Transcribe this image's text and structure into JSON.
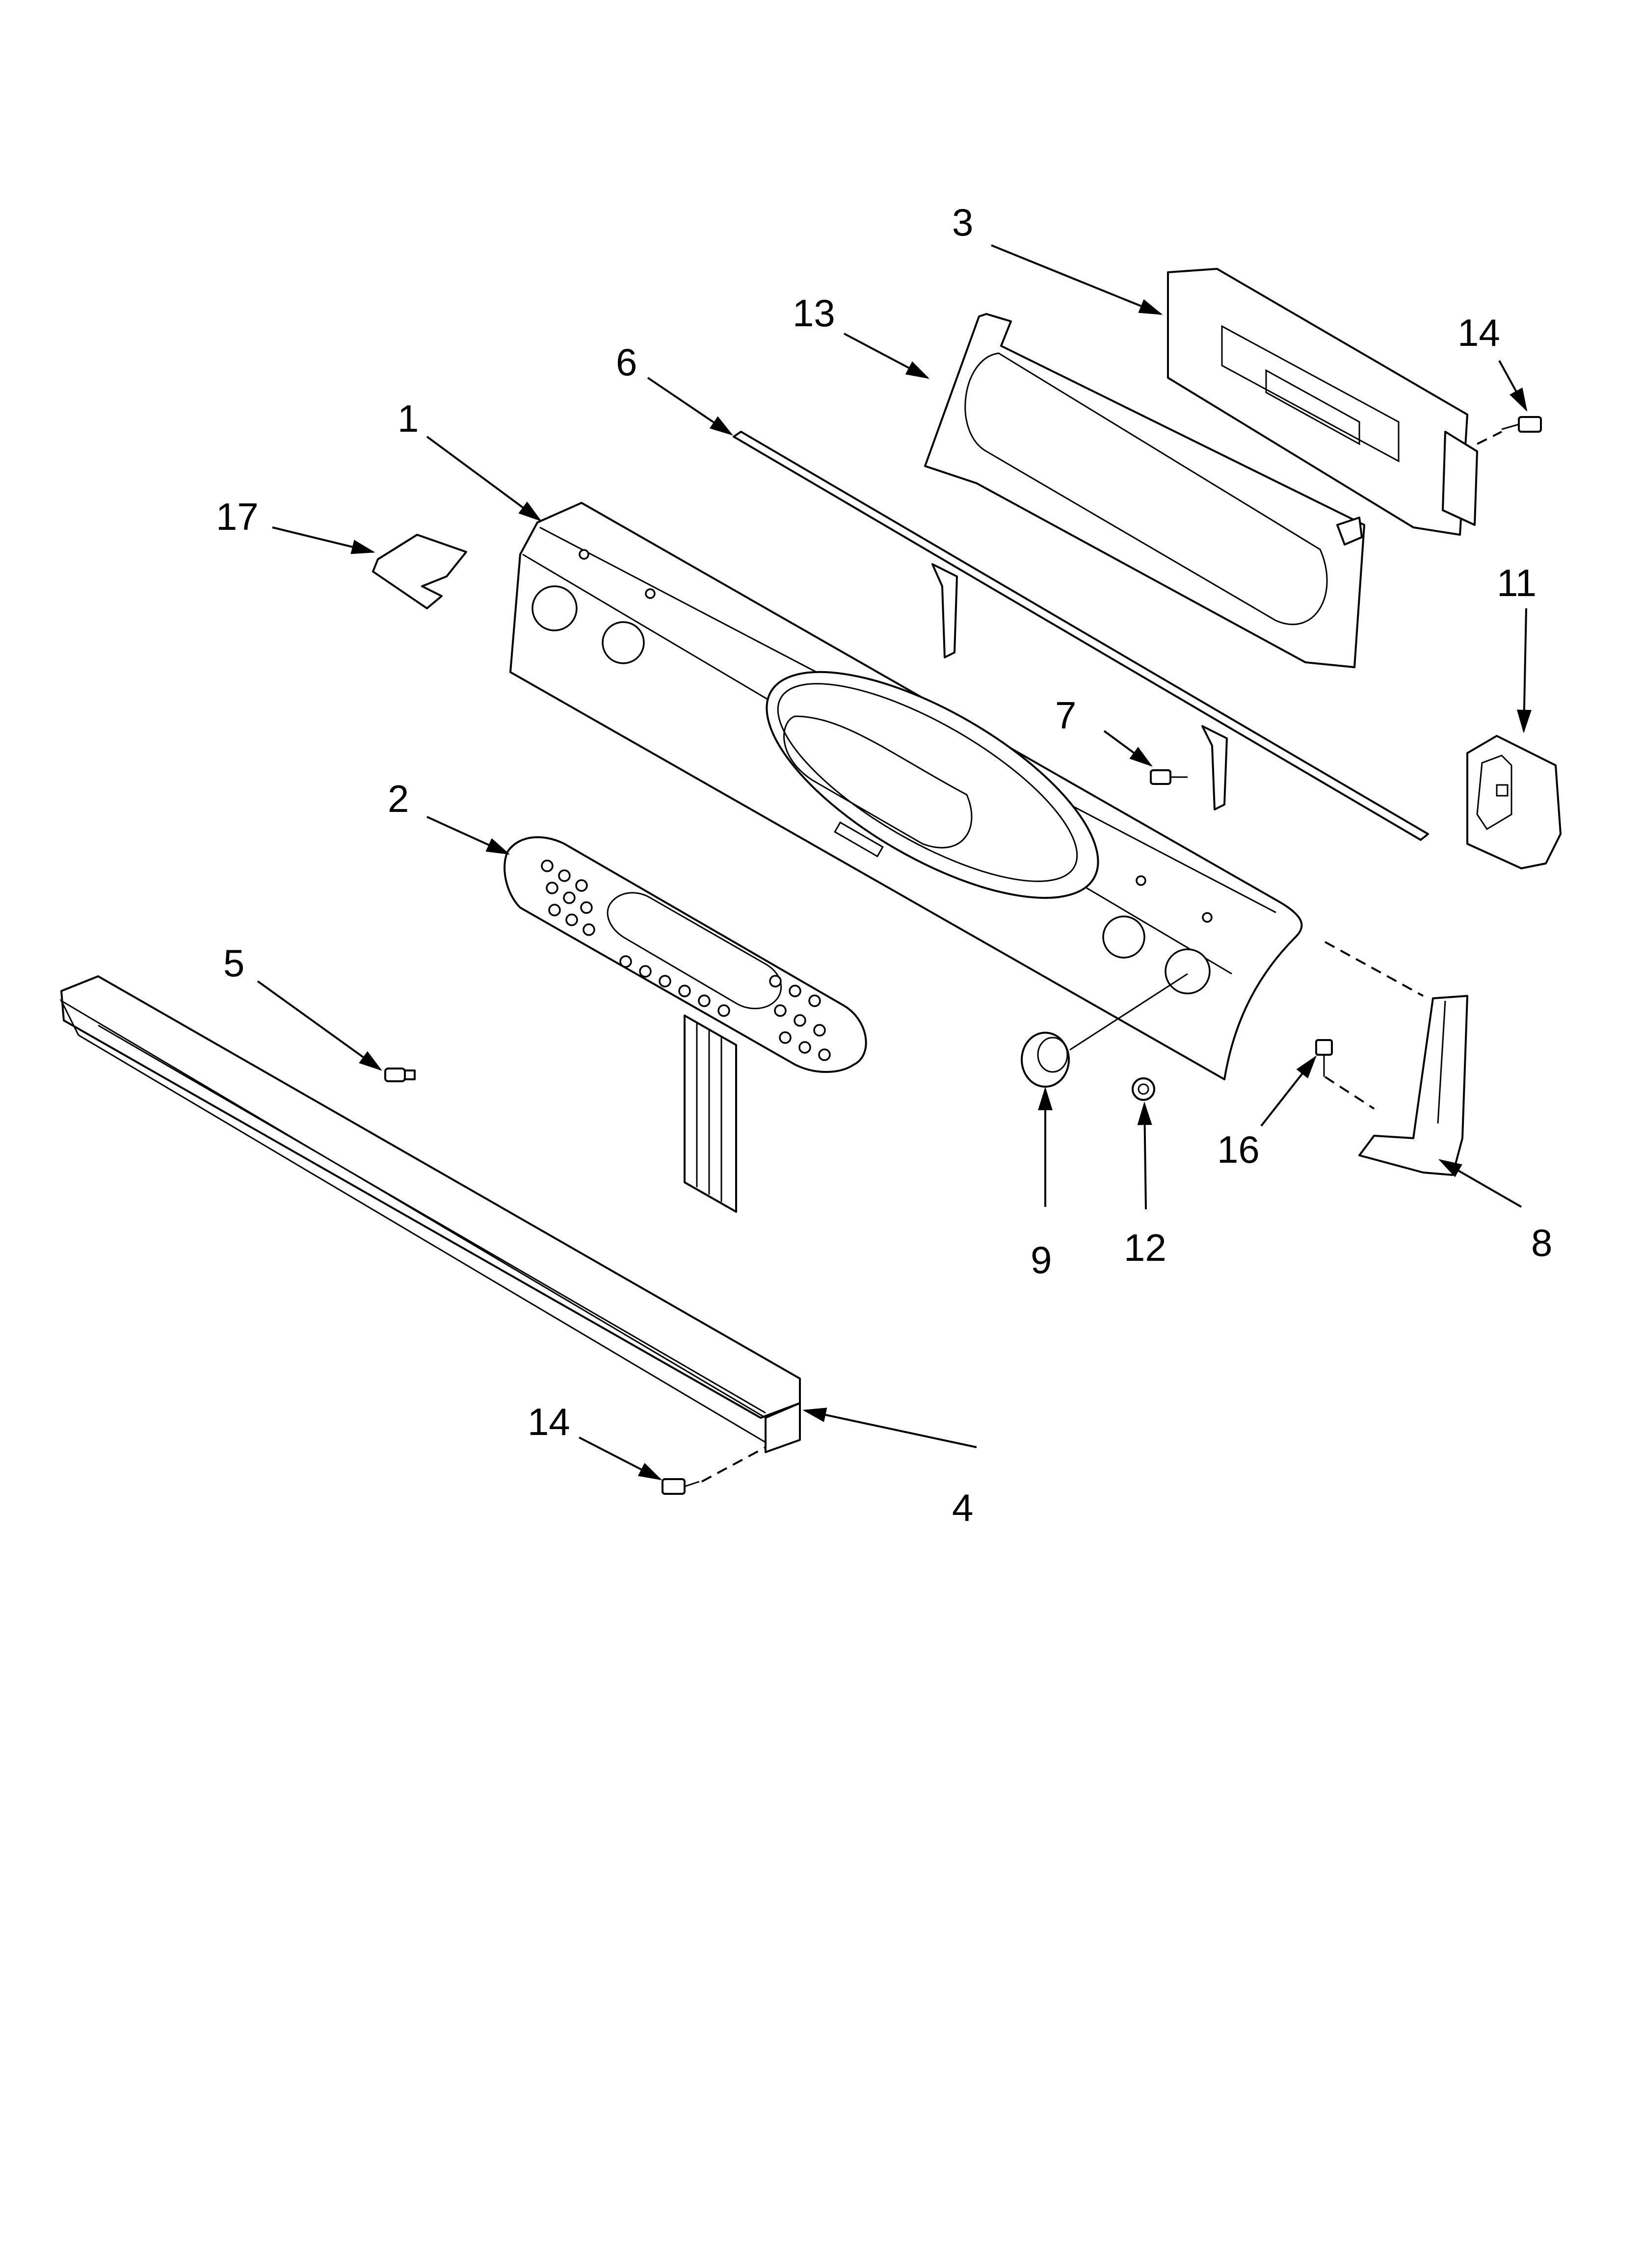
{
  "callouts": [
    {
      "id": "c1",
      "label": "1"
    },
    {
      "id": "c2",
      "label": "2"
    },
    {
      "id": "c3",
      "label": "3"
    },
    {
      "id": "c4",
      "label": "4"
    },
    {
      "id": "c5",
      "label": "5"
    },
    {
      "id": "c6",
      "label": "6"
    },
    {
      "id": "c7",
      "label": "7"
    },
    {
      "id": "c8",
      "label": "8"
    },
    {
      "id": "c9",
      "label": "9"
    },
    {
      "id": "c11",
      "label": "11"
    },
    {
      "id": "c12",
      "label": "12"
    },
    {
      "id": "c13",
      "label": "13"
    },
    {
      "id": "c14a",
      "label": "14"
    },
    {
      "id": "c14b",
      "label": "14"
    },
    {
      "id": "c16",
      "label": "16"
    },
    {
      "id": "c17",
      "label": "17"
    }
  ]
}
